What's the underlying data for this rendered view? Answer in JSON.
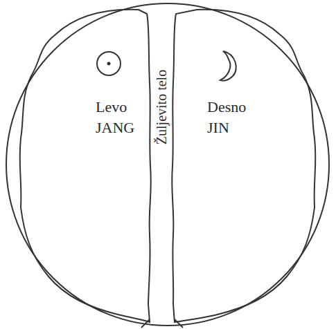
{
  "diagram": {
    "nodes": [
      {
        "text": [
          "Levo JANG"
        ]
      },
      {
        "text": [
          "Žuljevito telo"
        ]
      },
      {
        "text": [
          "Desno JIN"
        ]
      }
    ]
  }
}
